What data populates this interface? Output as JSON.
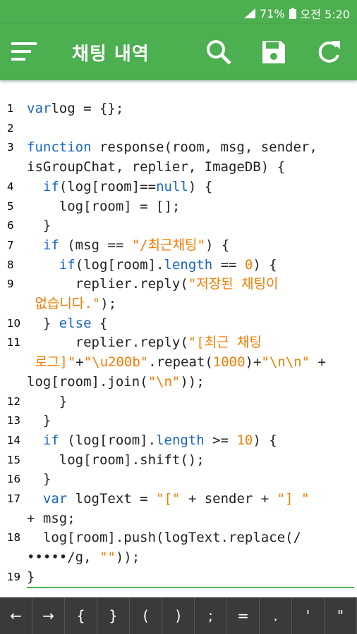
{
  "status": {
    "battery": "71%",
    "time": "오전 5:20"
  },
  "appbar": {
    "title": "채팅 내역"
  },
  "code_lines": [
    {
      "n": "1",
      "segments": [
        [
          "kw",
          "var"
        ],
        [
          "",
          "log = {};"
        ]
      ]
    },
    {
      "n": "2",
      "segments": [
        [
          "",
          ""
        ]
      ]
    },
    {
      "n": "3",
      "segments": [
        [
          "kw",
          "function"
        ],
        [
          "",
          " response(room, msg, sender,"
        ]
      ]
    },
    {
      "n": "",
      "segments": [
        [
          "",
          "isGroupChat, replier, ImageDB) {"
        ]
      ]
    },
    {
      "n": "4",
      "segments": [
        [
          "",
          "  "
        ],
        [
          "kw",
          "if"
        ],
        [
          "",
          "(log[room]=="
        ],
        [
          "kw",
          "null"
        ],
        [
          "",
          ") {"
        ]
      ]
    },
    {
      "n": "5",
      "segments": [
        [
          "",
          "    log[room] = [];"
        ]
      ]
    },
    {
      "n": "6",
      "segments": [
        [
          "",
          "  }"
        ]
      ]
    },
    {
      "n": "7",
      "segments": [
        [
          "",
          "  "
        ],
        [
          "kw",
          "if"
        ],
        [
          "",
          " (msg == "
        ],
        [
          "str",
          "\"/최근채팅\""
        ],
        [
          "",
          ") {"
        ]
      ]
    },
    {
      "n": "8",
      "segments": [
        [
          "",
          "    "
        ],
        [
          "kw",
          "if"
        ],
        [
          "",
          "(log[room]."
        ],
        [
          "kw",
          "length"
        ],
        [
          "",
          " == "
        ],
        [
          "str",
          "0"
        ],
        [
          "",
          ") {"
        ]
      ]
    },
    {
      "n": "9",
      "segments": [
        [
          "",
          "      replier.reply("
        ],
        [
          "str",
          "\"저장된 채팅이"
        ]
      ]
    },
    {
      "n": "",
      "segments": [
        [
          "str",
          " 없습니다.\""
        ],
        [
          "",
          ");"
        ]
      ]
    },
    {
      "n": "10",
      "segments": [
        [
          "",
          "  } "
        ],
        [
          "kw",
          "else"
        ],
        [
          "",
          " {"
        ]
      ]
    },
    {
      "n": "11",
      "segments": [
        [
          "",
          "      replier.reply("
        ],
        [
          "str",
          "\"[최근 채팅"
        ]
      ]
    },
    {
      "n": "",
      "segments": [
        [
          "str",
          " 로그]\""
        ],
        [
          "",
          "+"
        ],
        [
          "str",
          "\"\\u200b\""
        ],
        [
          "",
          ".repeat("
        ],
        [
          "str",
          "1000"
        ],
        [
          "",
          ")+"
        ],
        [
          "str",
          "\"\\n\\n\""
        ],
        [
          "",
          " +"
        ]
      ]
    },
    {
      "n": "",
      "segments": [
        [
          "",
          "log[room].join("
        ],
        [
          "str",
          "\"\\n\""
        ],
        [
          "",
          "));"
        ]
      ]
    },
    {
      "n": "12",
      "segments": [
        [
          "",
          "    }"
        ]
      ]
    },
    {
      "n": "13",
      "segments": [
        [
          "",
          "  }"
        ]
      ]
    },
    {
      "n": "14",
      "segments": [
        [
          "",
          "  "
        ],
        [
          "kw",
          "if"
        ],
        [
          "",
          " (log[room]."
        ],
        [
          "kw",
          "length"
        ],
        [
          "",
          " >= "
        ],
        [
          "str",
          "10"
        ],
        [
          "",
          ") {"
        ]
      ]
    },
    {
      "n": "15",
      "segments": [
        [
          "",
          "    log[room].shift();"
        ]
      ]
    },
    {
      "n": "16",
      "segments": [
        [
          "",
          "  }"
        ]
      ]
    },
    {
      "n": "17",
      "segments": [
        [
          "",
          "  "
        ],
        [
          "kw",
          "var"
        ],
        [
          "",
          " logText = "
        ],
        [
          "str",
          "\"[\""
        ],
        [
          "",
          " + sender + "
        ],
        [
          "str",
          "\"] \""
        ]
      ]
    },
    {
      "n": "",
      "segments": [
        [
          "",
          "+ msg;"
        ]
      ]
    },
    {
      "n": "18",
      "segments": [
        [
          "",
          "  log[room].push(logText.replace(/"
        ]
      ]
    },
    {
      "n": "",
      "segments": [
        [
          "",
          "•••••/g, "
        ],
        [
          "str",
          "\"\""
        ],
        [
          "",
          "));"
        ]
      ]
    },
    {
      "n": "19",
      "segments": [
        [
          "",
          "}"
        ]
      ]
    }
  ],
  "keys": [
    "←",
    "→",
    "{",
    "}",
    "(",
    ")",
    ";",
    "=",
    ".",
    "'",
    "\""
  ]
}
